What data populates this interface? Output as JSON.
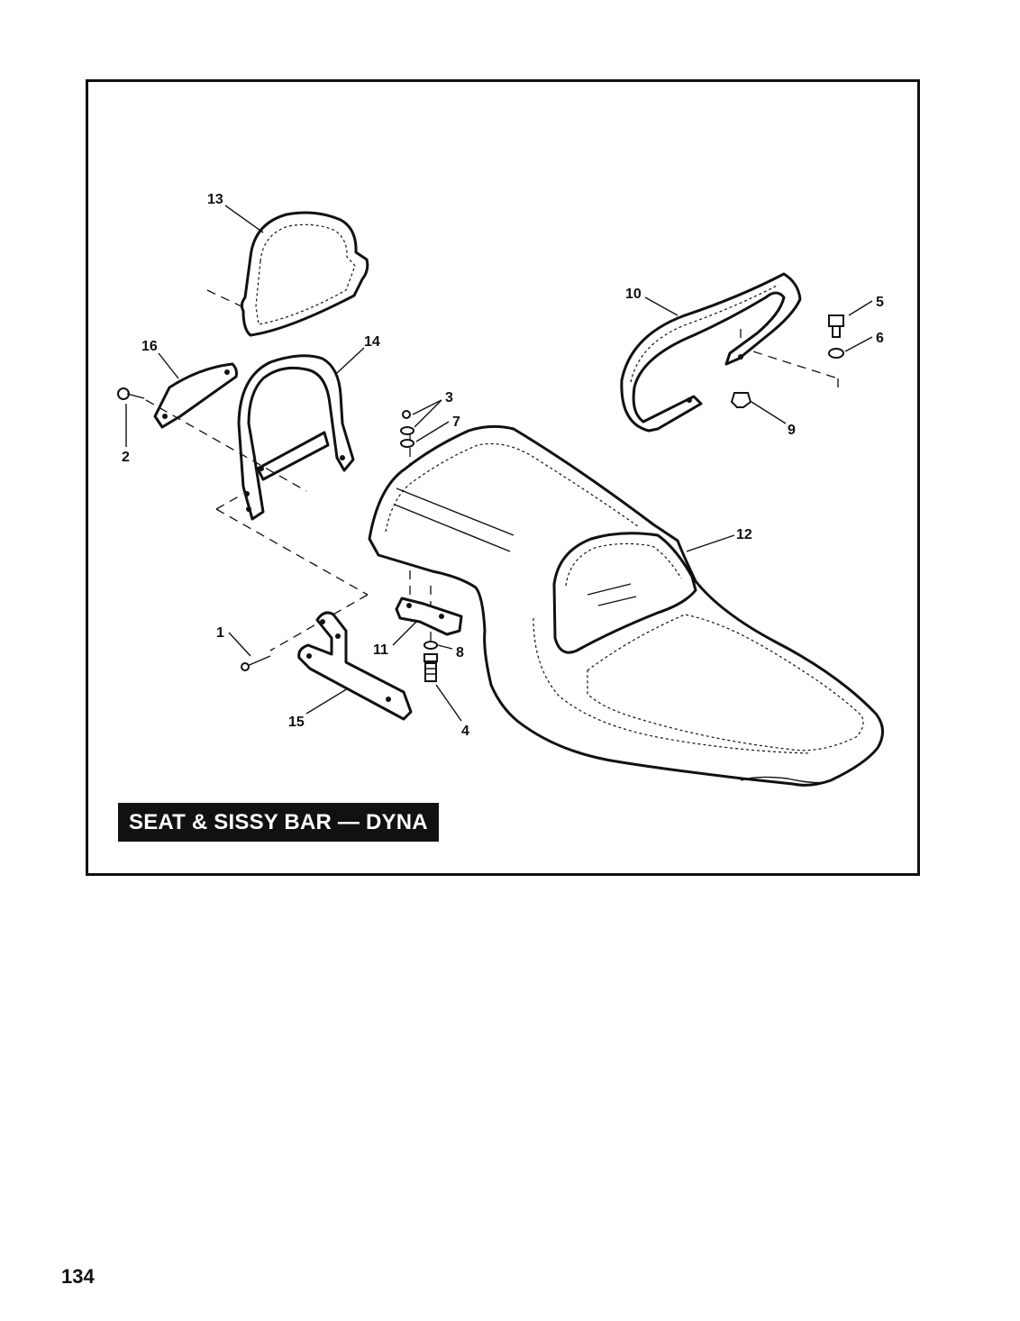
{
  "diagram": {
    "title": "SEAT & SISSY BAR — DYNA",
    "callouts": {
      "c1": "1",
      "c2": "2",
      "c3": "3",
      "c4": "4",
      "c5": "5",
      "c6": "6",
      "c7": "7",
      "c8": "8",
      "c9": "9",
      "c10": "10",
      "c11": "11",
      "c12": "12",
      "c13": "13",
      "c14": "14",
      "c15": "15",
      "c16": "16"
    }
  },
  "page": {
    "number": "134"
  },
  "colors": {
    "ink": "#111111",
    "paper": "#ffffff"
  }
}
